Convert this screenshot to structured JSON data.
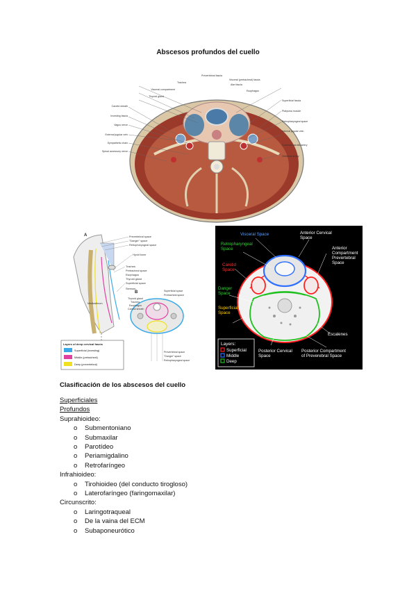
{
  "doc": {
    "title": "Abscesos profundos del cuello",
    "section_title": "Clasificación de los abscesos del cuello"
  },
  "figure1": {
    "left_labels": [
      "Trachea",
      "Visceral compartment",
      "Thyroid gland",
      "Carotid sheath",
      "Investing fascia",
      "Vagus nerve",
      "External jugular vein",
      "Sympathetic chain",
      "Spinal accessory nerve"
    ],
    "top_labels": [
      "Prevertebral fascia",
      "Visceral (pretracheal) fascia",
      "Alar fascia",
      "Esophagus"
    ],
    "right_labels": [
      "Superficial fascia",
      "Platysma muscle",
      "Retropharyngeal space",
      "Internal jugular vein",
      "Common carotid artery",
      "Vertebral artery"
    ]
  },
  "figure2": {
    "label_a": "A",
    "label_b": "B",
    "labels_a": [
      "Prevertebral space",
      "\"Danger\" space",
      "Retropharyngeal space",
      "Hyoid bone",
      "Trachea",
      "Pretracheal space",
      "Esophagus",
      "Thyroid gland",
      "Superficial space",
      "Sternum",
      "Mediastinum"
    ],
    "labels_b": [
      "Superficial space",
      "Pretracheal space",
      "Thyroid gland",
      "Trachea",
      "Esophagus",
      "Carotid sheath",
      "Prevertebral space",
      "\"Danger\" space",
      "Retropharyngeal space"
    ],
    "legend_title": "Layers of deep cervical fascia",
    "legend": [
      {
        "label": "Superficial (investing)",
        "color": "#39a9e8"
      },
      {
        "label": "Middle (pretracheal)",
        "color": "#e040a0"
      },
      {
        "label": "Deep (prevertebral)",
        "color": "#f0e020"
      }
    ]
  },
  "figure3": {
    "labels": [
      {
        "text": "Visceral Space",
        "color": "#5aa0ff"
      },
      {
        "text": "Anterior Cervical Space",
        "color": "#ffffff"
      },
      {
        "text": "Retropharyngeal Space",
        "color": "#30d030"
      },
      {
        "text": "Anterior Compartment Prevertebral Space",
        "color": "#ffffff"
      },
      {
        "text": "Carotid Space",
        "color": "#ff3030"
      },
      {
        "text": "Danger Space",
        "color": "#30d030"
      },
      {
        "text": "Superficial Space",
        "color": "#ffd000"
      },
      {
        "text": "Escalenes",
        "color": "#ffffff"
      },
      {
        "text": "Posterior Cervical Space",
        "color": "#ffffff"
      },
      {
        "text": "Posterior Compartment of Preverebral Space",
        "color": "#ffffff"
      }
    ],
    "legend_title": "Layers:",
    "legend": [
      {
        "label": "Superficial",
        "color": "#ff2020"
      },
      {
        "label": "Middle",
        "color": "#3070ff"
      },
      {
        "label": "Deep",
        "color": "#20c020"
      }
    ]
  },
  "classification": {
    "superficiales": "Superficiales",
    "profundos": "Profundos",
    "suprahioideo": {
      "heading": "Suprahioideo:",
      "items": [
        "Submentoniano",
        "Submaxilar",
        "Parotídeo",
        "Periamigdalino",
        "Retrofaríngeo"
      ]
    },
    "infrahioideo": {
      "heading": "Infrahioideo:",
      "items": [
        "Tirohioideo (del conducto tirogloso)",
        "Laterofaríngeo (faringomaxilar)"
      ]
    },
    "circunscrito": {
      "heading": "Circunscrito:",
      "items": [
        "Laringotraqueal",
        "De la vaina del ECM",
        "Subaponeurótico"
      ]
    },
    "bullet": "o"
  }
}
